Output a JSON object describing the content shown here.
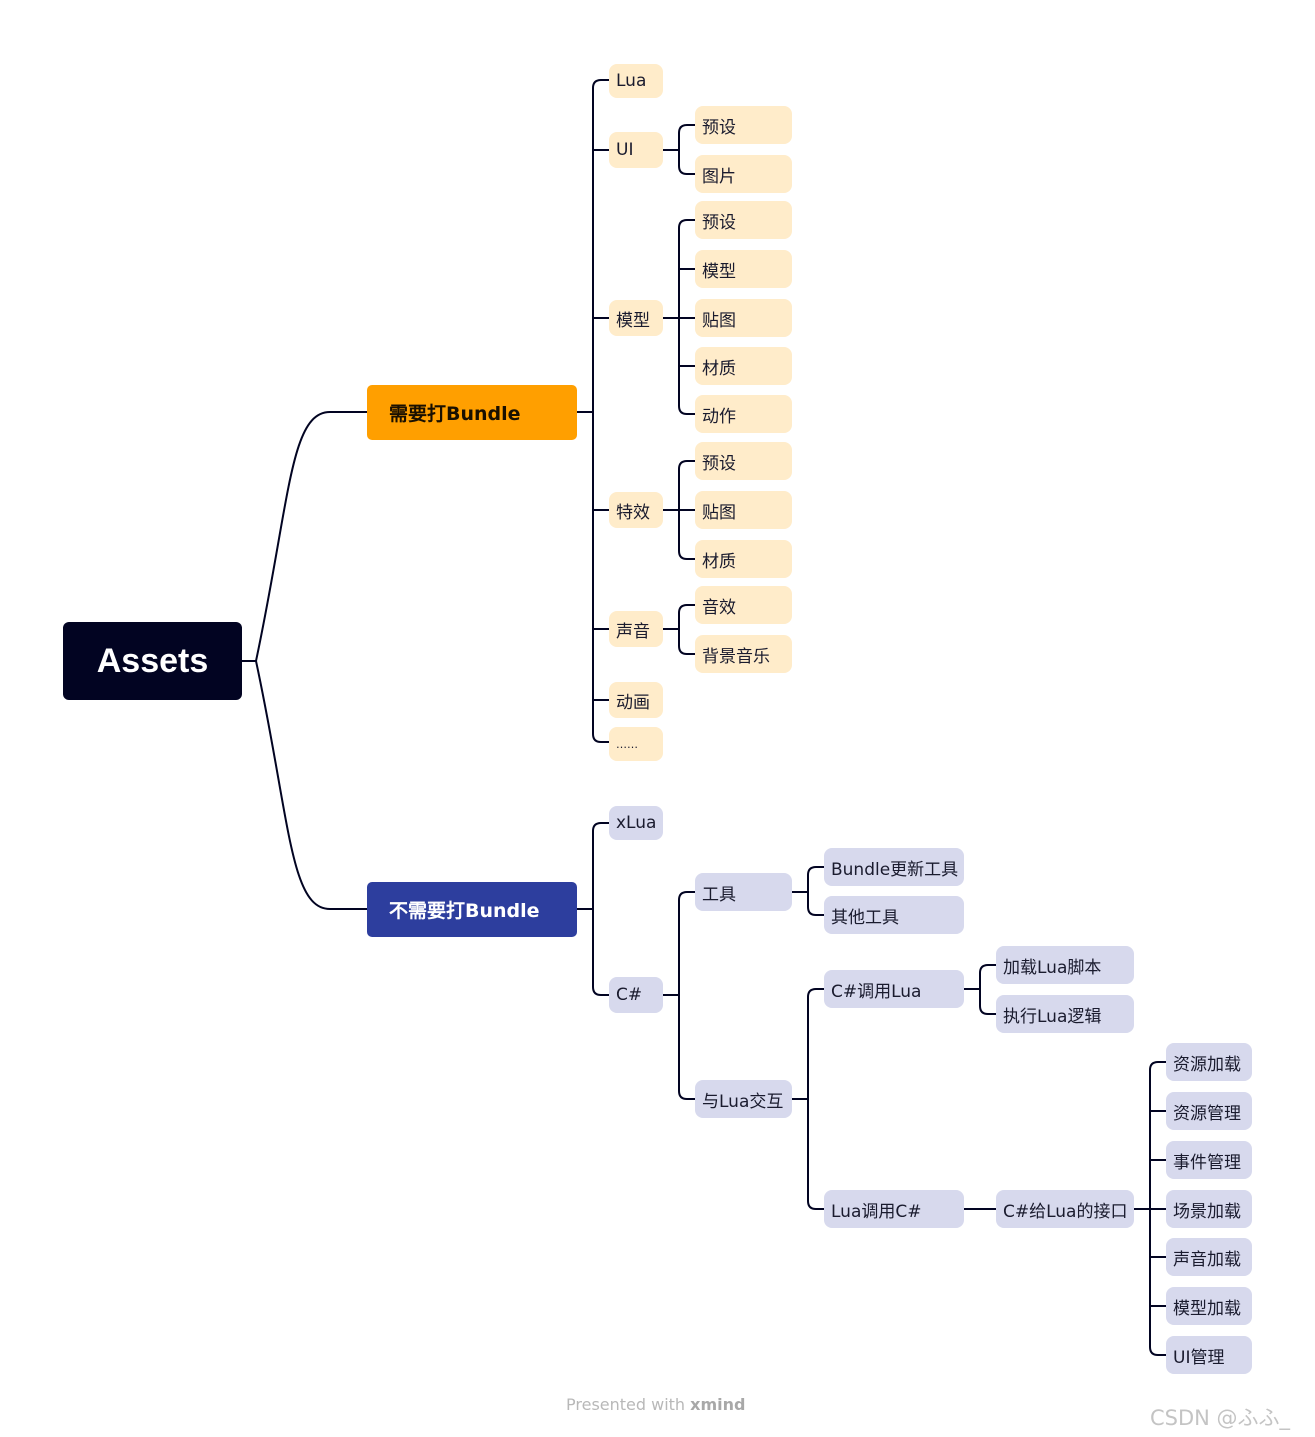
{
  "colors": {
    "root_bg": "#020422",
    "branch_a_bg": "#ff9f00",
    "branch_a_leaf_bg": "#ffecca",
    "branch_b_bg": "#2d3e9e",
    "branch_b_leaf_bg": "#d7d9ed",
    "connector": "#020422"
  },
  "root": "Assets",
  "branch_a": {
    "label": "需要打Bundle",
    "lua": "Lua",
    "ui": {
      "label": "UI",
      "children": [
        "预设",
        "图片"
      ]
    },
    "model": {
      "label": "模型",
      "children": [
        "预设",
        "模型",
        "贴图",
        "材质",
        "动作"
      ]
    },
    "effect": {
      "label": "特效",
      "children": [
        "预设",
        "贴图",
        "材质"
      ]
    },
    "sound": {
      "label": "声音",
      "children": [
        "音效",
        "背景音乐"
      ]
    },
    "animation": "动画",
    "more": "……"
  },
  "branch_b": {
    "label": "不需要打Bundle",
    "xlua": "xLua",
    "csharp": {
      "label": "C#",
      "tools": {
        "label": "工具",
        "children": [
          "Bundle更新工具",
          "其他工具"
        ]
      },
      "interop": {
        "label": "与Lua交互",
        "cs_calls_lua": {
          "label": "C#调用Lua",
          "children": [
            "加载Lua脚本",
            "执行Lua逻辑"
          ]
        },
        "lua_calls_cs": {
          "label": "Lua调用C#",
          "api": {
            "label": "C#给Lua的接口",
            "children": [
              "资源加载",
              "资源管理",
              "事件管理",
              "场景加载",
              "声音加载",
              "模型加载",
              "UI管理"
            ]
          }
        }
      }
    }
  },
  "footer": {
    "prefix": "Presented with",
    "brand": "xmind"
  },
  "watermark": "CSDN @ふふ_"
}
